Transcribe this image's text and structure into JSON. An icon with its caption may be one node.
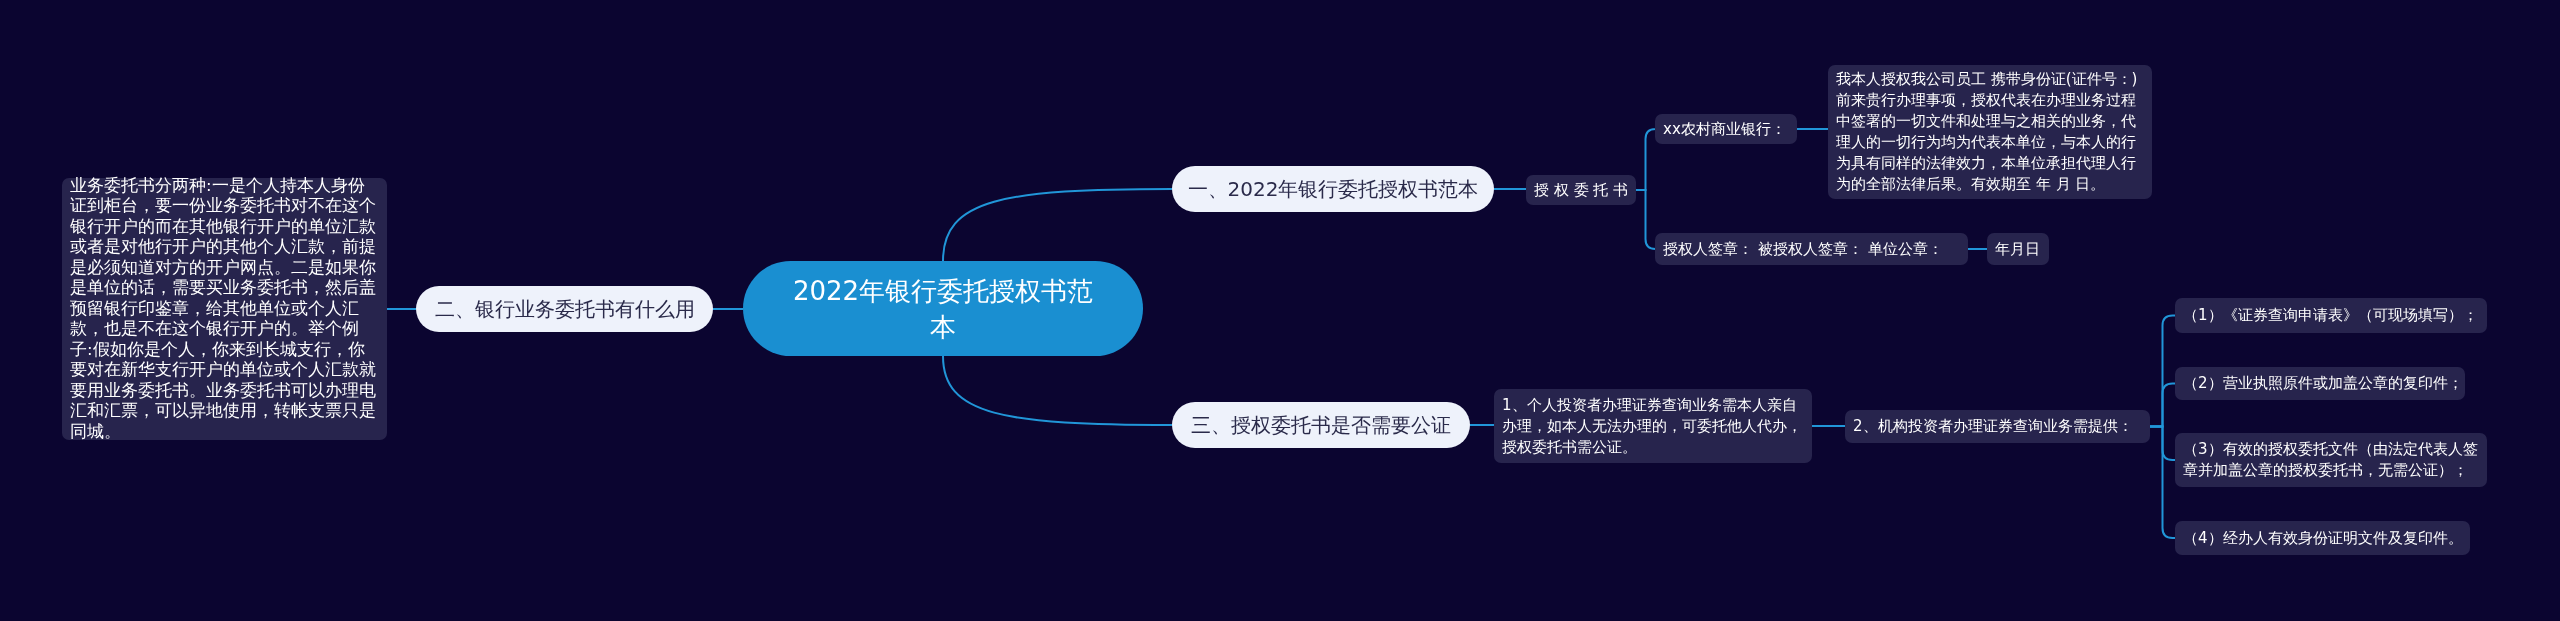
{
  "diagram": {
    "nodes": [
      {
        "text": [
          "2022年银行委托授权书范本"
        ]
      },
      {
        "text": [
          "一、2022年银行委托授权书范本"
        ]
      },
      {
        "text": [
          "授 权 委 托 书"
        ]
      },
      {
        "text": [
          "xx农村商业银行："
        ]
      },
      {
        "text": [
          "我本人授权我公司员工 携带身份证(证件号：)前来贵行办理事项，授权代表在办理业务过程中签署的一切文件和处理与之相关的业务，代理人的一切行为均为代表本单位，与本人的行为具有同样的法律效力，本单位承担代理人行为的全部法律后果。有效期至 年 月 日。"
        ]
      },
      {
        "text": [
          "授权人签章： 被授权人签章： 单位公章："
        ]
      },
      {
        "text": [
          "年月日"
        ]
      },
      {
        "text": [
          "二、银行业务委托书有什么用"
        ]
      },
      {
        "text": [
          "业务委托书分两种:一是个人持本人身份证到柜台，要一份业务委托书对不在这个银行开户的而在其他银行开户的单位汇款或者是对他行开户的其他个人汇款，前提是必须知道对方的开户网点。二是如果你是单位的话，需要买业务委托书，然后盖预留银行印鉴章，给其他单位或个人汇款，也是不在这个银行开户的。举个例子:假如你是个人，你来到长城支行，你要对在新华支行开户的单位或个人汇款就要用业务委托书。业务委托书可以办理电汇和汇票，可以异地使用，转帐支票只是同城。"
        ]
      },
      {
        "text": [
          "三、授权委托书是否需要公证"
        ]
      },
      {
        "text": [
          "1、个人投资者办理证券查询业务需本人亲自办理，如本人无法办理的，可委托他人代办，授权委托书需公证。"
        ]
      },
      {
        "text": [
          "2、机构投资者办理证券查询业务需提供："
        ]
      },
      {
        "text": [
          "（1）《证券查询申请表》（可现场填写）；"
        ]
      },
      {
        "text": [
          "（2）营业执照原件或加盖公章的复印件；"
        ]
      },
      {
        "text": [
          "（3）有效的授权委托文件（由法定代表人签章并加盖公章的授权委托书，无需公证）；"
        ]
      },
      {
        "text": [
          "（4）经办人有效身份证明文件及复印件。"
        ]
      }
    ],
    "edges": [
      {
        "from": 0,
        "to": 1,
        "arrow": "none"
      },
      {
        "from": 1,
        "to": 2,
        "arrow": "none"
      },
      {
        "from": 2,
        "to": 3,
        "arrow": "none"
      },
      {
        "from": 3,
        "to": 4,
        "arrow": "none"
      },
      {
        "from": 2,
        "to": 5,
        "arrow": "none"
      },
      {
        "from": 5,
        "to": 6,
        "arrow": "none"
      },
      {
        "from": 0,
        "to": 7,
        "arrow": "none"
      },
      {
        "from": 7,
        "to": 8,
        "arrow": "none"
      },
      {
        "from": 0,
        "to": 9,
        "arrow": "none"
      },
      {
        "from": 9,
        "to": 10,
        "arrow": "none"
      },
      {
        "from": 10,
        "to": 11,
        "arrow": "none"
      },
      {
        "from": 11,
        "to": 12,
        "arrow": "none"
      },
      {
        "from": 11,
        "to": 13,
        "arrow": "none"
      },
      {
        "from": 11,
        "to": 14,
        "arrow": "none"
      },
      {
        "from": 11,
        "to": 15,
        "arrow": "none"
      }
    ]
  }
}
